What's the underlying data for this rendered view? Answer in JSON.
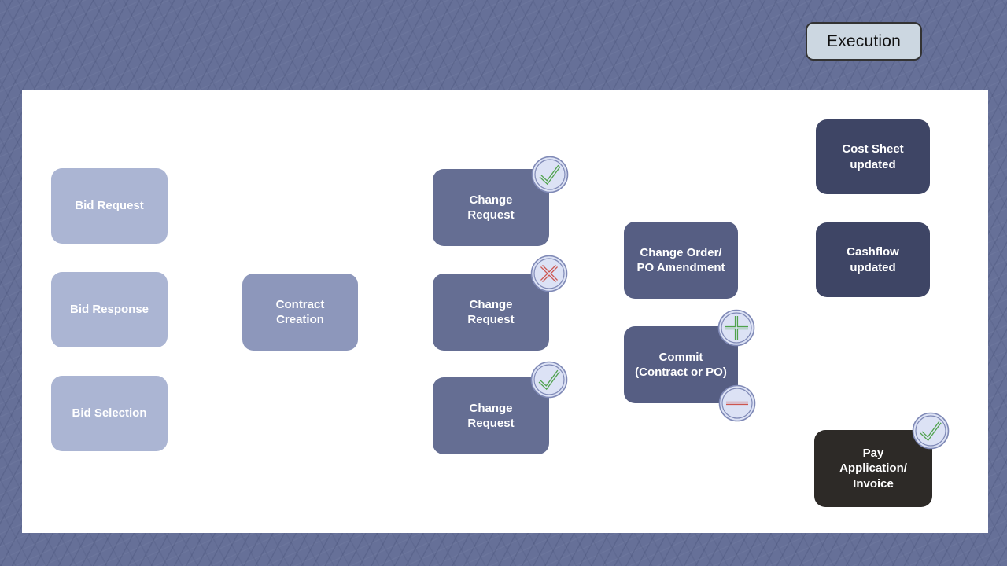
{
  "slide": {
    "stage_chip": "Execution"
  },
  "colors": {
    "background": "#667098",
    "canvas": "#ffffff",
    "chip_fill": "#ccd7e1",
    "chip_border": "#333333",
    "node_light": "#abb5d3",
    "node_medium": "#8d97bb",
    "node_dark": "#656e93",
    "node_darker": "#565e83",
    "node_navy": "#3e4565",
    "node_black": "#2d2a27",
    "connector_dark": "#5d616d",
    "connector_green": "#6cab57",
    "badge_fill": "#dce2f5",
    "badge_ring": "#7f89b6",
    "icon_green": "#4fa24c",
    "icon_red": "#cd554e"
  },
  "diagram": {
    "nodes": [
      {
        "id": "bid-request",
        "label": "Bid Request"
      },
      {
        "id": "bid-response",
        "label": "Bid Response"
      },
      {
        "id": "bid-selection",
        "label": "Bid Selection"
      },
      {
        "id": "contract-creation",
        "label": "Contract\nCreation"
      },
      {
        "id": "change-request-1",
        "label": "Change\nRequest",
        "status": "approved"
      },
      {
        "id": "change-request-2",
        "label": "Change\nRequest",
        "status": "rejected"
      },
      {
        "id": "change-request-3",
        "label": "Change\nRequest",
        "status": "approved"
      },
      {
        "id": "change-order",
        "label": "Change Order/\nPO Amendment"
      },
      {
        "id": "commit",
        "label": "Commit\n(Contract or PO)",
        "status": "plus-minus"
      },
      {
        "id": "cost-sheet",
        "label": "Cost Sheet\nupdated"
      },
      {
        "id": "cashflow",
        "label": "Cashflow\nupdated"
      },
      {
        "id": "pay-application",
        "label": "Pay\nApplication/\nInvoice",
        "status": "approved"
      }
    ],
    "icons": {
      "change_request_1": "check-approved",
      "change_request_2": "x-rejected",
      "change_request_3": "check-approved",
      "commit_increase": "plus",
      "commit_decrease": "minus",
      "pay_application": "check-approved"
    }
  }
}
